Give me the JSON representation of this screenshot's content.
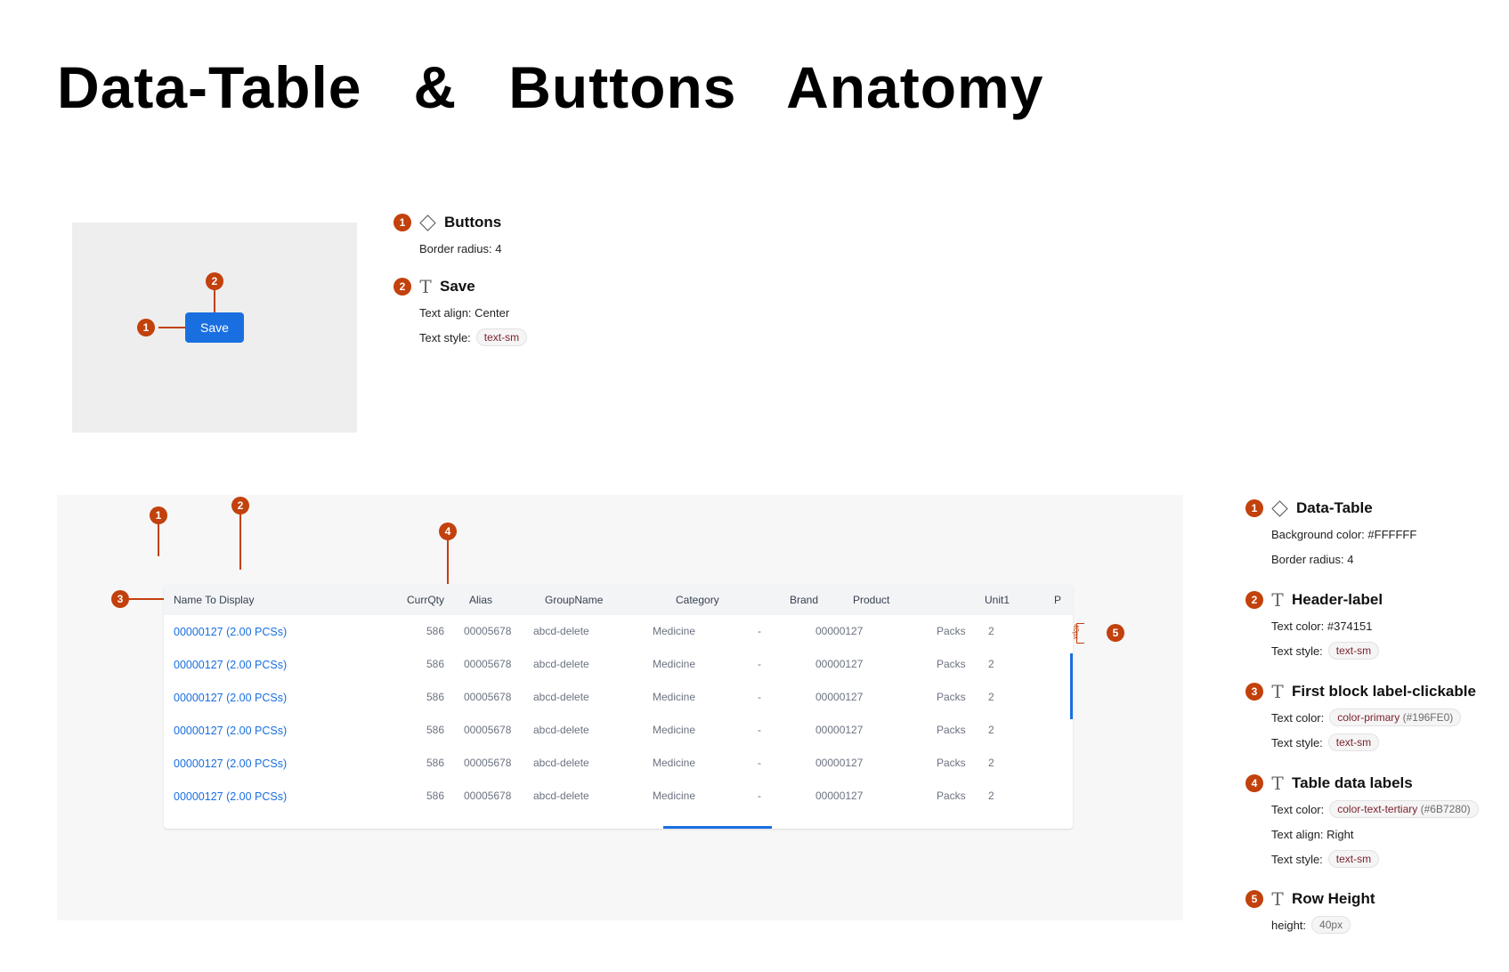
{
  "title": {
    "part1": "Data-Table",
    "amp": "&",
    "part2": "Buttons",
    "part3": "Anatomy"
  },
  "button_demo": {
    "save_label": "Save",
    "markers": [
      "1",
      "2"
    ]
  },
  "button_specs": [
    {
      "num": "1",
      "icon": "component-diamond-icon",
      "title": "Buttons",
      "props": [
        {
          "label": "Border radius: 4"
        }
      ]
    },
    {
      "num": "2",
      "icon": "text-type-icon",
      "title": "Save",
      "props": [
        {
          "label": "Text align: Center"
        },
        {
          "label": "Text style:",
          "chip": "text-sm"
        }
      ]
    }
  ],
  "table": {
    "columns": [
      "Name To Display",
      "CurrQty",
      "Alias",
      "GroupName",
      "Category",
      "Brand",
      "Product",
      "Unit1",
      "P"
    ],
    "rows": [
      [
        "00000127 (2.00 PCSs)",
        "586",
        "00005678",
        "abcd-delete",
        "Medicine",
        "-",
        "00000127",
        "Packs",
        "2"
      ],
      [
        "00000127 (2.00 PCSs)",
        "586",
        "00005678",
        "abcd-delete",
        "Medicine",
        "-",
        "00000127",
        "Packs",
        "2"
      ],
      [
        "00000127 (2.00 PCSs)",
        "586",
        "00005678",
        "abcd-delete",
        "Medicine",
        "-",
        "00000127",
        "Packs",
        "2"
      ],
      [
        "00000127 (2.00 PCSs)",
        "586",
        "00005678",
        "abcd-delete",
        "Medicine",
        "-",
        "00000127",
        "Packs",
        "2"
      ],
      [
        "00000127 (2.00 PCSs)",
        "586",
        "00005678",
        "abcd-delete",
        "Medicine",
        "-",
        "00000127",
        "Packs",
        "2"
      ],
      [
        "00000127 (2.00 PCSs)",
        "586",
        "00005678",
        "abcd-delete",
        "Medicine",
        "-",
        "00000127",
        "Packs",
        "2"
      ]
    ],
    "markers": [
      "1",
      "2",
      "3",
      "4",
      "5"
    ],
    "row_height_label": "40px"
  },
  "table_specs": [
    {
      "num": "1",
      "icon": "component-diamond-icon",
      "title": "Data-Table",
      "props": [
        {
          "label": "Background color: #FFFFFF"
        },
        {
          "label": "Border radius: 4"
        }
      ]
    },
    {
      "num": "2",
      "icon": "text-type-icon",
      "title": "Header-label",
      "props": [
        {
          "label": "Text color: #374151"
        },
        {
          "label": "Text style:",
          "chip": "text-sm"
        }
      ]
    },
    {
      "num": "3",
      "icon": "text-type-icon",
      "title": "First block label-clickable",
      "props": [
        {
          "label": "Text color:",
          "chip": "color-primary",
          "chip_muted": "(#196FE0)"
        },
        {
          "label": "Text style:",
          "chip": "text-sm"
        }
      ]
    },
    {
      "num": "4",
      "icon": "text-type-icon",
      "title": "Table data labels",
      "props": [
        {
          "label": "Text color:",
          "chip": "color-text-tertiary",
          "chip_muted": "(#6B7280)"
        },
        {
          "label": "Text align: Right"
        },
        {
          "label": "Text style:",
          "chip": "text-sm"
        }
      ]
    },
    {
      "num": "5",
      "icon": "text-type-icon",
      "title": "Row Height",
      "props": [
        {
          "label": "height:",
          "chip": "40px",
          "chip_gray": true
        }
      ]
    }
  ],
  "colors": {
    "marker": "#c2410c",
    "primary": "#196FE0",
    "header_text": "#374151",
    "tertiary_text": "#6B7280"
  }
}
